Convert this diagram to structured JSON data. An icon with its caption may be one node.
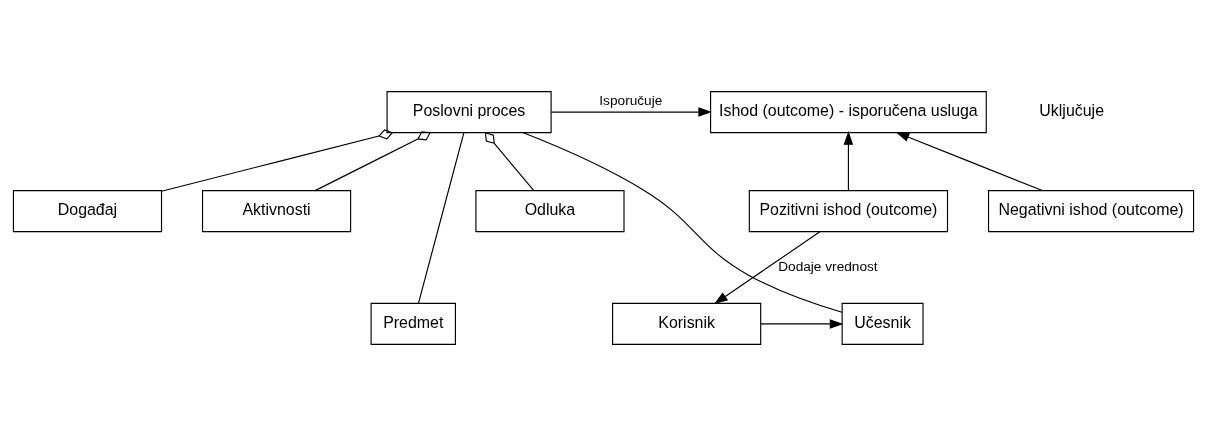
{
  "diagram": {
    "nodes": [
      {
        "text": [
          "Ishod (outcome) - isporučena usluga"
        ]
      },
      {
        "text": [
          "Pozitivni ishod (outcome)"
        ]
      },
      {
        "text": [
          "Negativni ishod (outcome)"
        ]
      },
      {
        "text": [
          "Korisnik"
        ]
      },
      {
        "text": [
          "Poslovni proces"
        ]
      },
      {
        "text": [
          "Događaj"
        ]
      },
      {
        "text": [
          "Aktivnosti"
        ]
      },
      {
        "text": [
          "Odluka"
        ]
      },
      {
        "text": [
          "Učesnik"
        ]
      },
      {
        "text": [
          "Predmet"
        ]
      }
    ],
    "edges": [
      {
        "from": 4,
        "to": 0,
        "arrow": "to",
        "label": "Isporučuje"
      },
      {
        "from": 1,
        "to": 0,
        "arrow": "to"
      },
      {
        "from": 2,
        "to": 0,
        "arrow": "to"
      },
      {
        "from": 1,
        "to": 3,
        "arrow": "to",
        "label": "Dodaje vrednost"
      },
      {
        "from": 3,
        "to": 8,
        "arrow": "to"
      },
      {
        "from": 4,
        "to": 5,
        "arrow": "other"
      },
      {
        "from": 4,
        "to": 6,
        "arrow": "other"
      },
      {
        "from": 4,
        "to": 7,
        "arrow": "other"
      },
      {
        "from": 4,
        "to": 8,
        "arrow": "none"
      },
      {
        "from": 4,
        "to": 9,
        "arrow": "none"
      }
    ],
    "labels": [
      "Uključuje"
    ]
  }
}
